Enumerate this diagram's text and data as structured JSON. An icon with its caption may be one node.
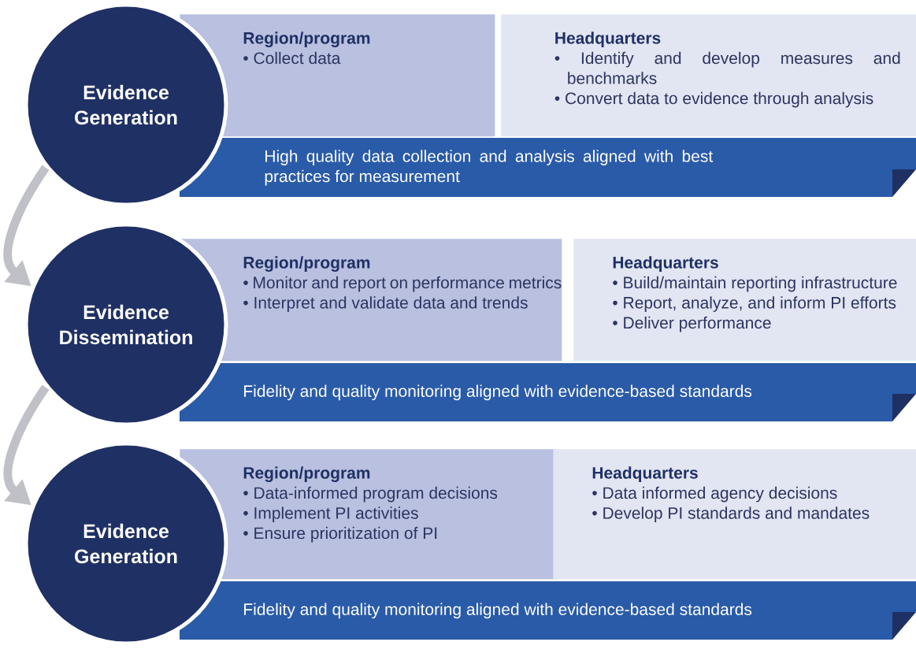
{
  "diagram": {
    "nodes": [
      {
        "text": [
          "Evidence Generation"
        ]
      },
      {
        "text": [
          "Region/program",
          "• Collect data"
        ]
      },
      {
        "text": [
          "Headquarters",
          "• Identify and develop measures and benchmarks",
          "• Convert data to evidence through analysis"
        ]
      },
      {
        "text": [
          "High quality data collection and analysis aligned with best practices for measurement"
        ]
      },
      {
        "text": [
          "Evidence Dissemination"
        ]
      },
      {
        "text": [
          "Region/program",
          "• Monitor and report on performance metrics",
          "• Interpret and validate data and trends"
        ]
      },
      {
        "text": [
          "Headquarters",
          "• Build/maintain reporting infrastructure",
          "• Report, analyze, and inform PI efforts",
          "• Deliver performance"
        ]
      },
      {
        "text": [
          "Fidelity and quality monitoring aligned with evidence-based standards"
        ]
      },
      {
        "text": [
          "Evidence Generation"
        ]
      },
      {
        "text": [
          "Region/program",
          "• Data-informed program decisions",
          "• Implement PI activities",
          "• Ensure prioritization of PI"
        ]
      },
      {
        "text": [
          "Headquarters",
          "• Data informed agency decisions",
          "• Develop PI standards and mandates"
        ]
      },
      {
        "text": [
          "Fidelity and quality monitoring aligned with evidence-based standards"
        ]
      }
    ],
    "edges": [
      {
        "from": 0,
        "to": 4,
        "arrow": "to"
      },
      {
        "from": 4,
        "to": 8,
        "arrow": "to"
      }
    ]
  }
}
